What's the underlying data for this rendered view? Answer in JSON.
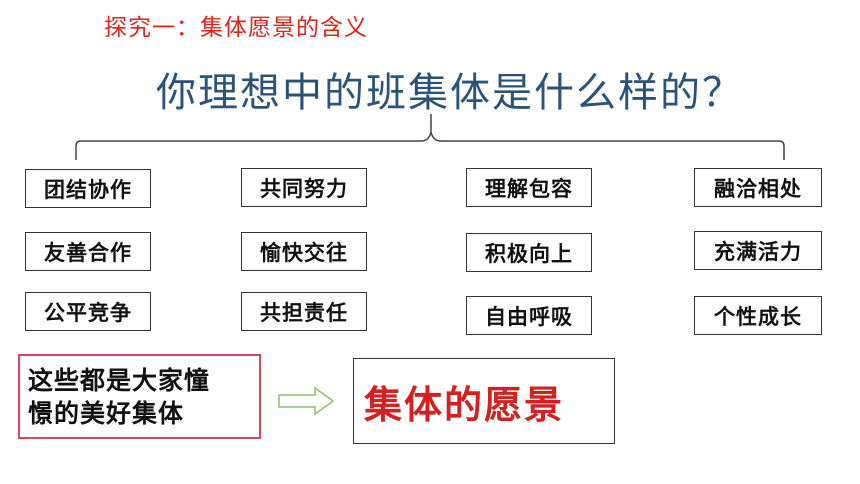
{
  "section_title": "探究一：集体愿景的含义",
  "question": "你理想中的班集体是什么样的？",
  "columns": [
    [
      "团结协作",
      "友善合作",
      "公平竞争"
    ],
    [
      "共同努力",
      "愉快交往",
      "共担责任"
    ],
    [
      "理解包容",
      "积极向上",
      "自由呼吸"
    ],
    [
      "融洽相处",
      "充满活力",
      "个性成长"
    ]
  ],
  "summary": {
    "left_line1": "这些都是大家憧",
    "left_line2": "憬的美好集体",
    "right": "集体的愿景"
  },
  "colors": {
    "title_red": "#e0241c",
    "question_blue": "#2b5377",
    "vision_red": "#d42020",
    "left_border": "#d9485a",
    "arrow_green": "#8fbf6a"
  }
}
